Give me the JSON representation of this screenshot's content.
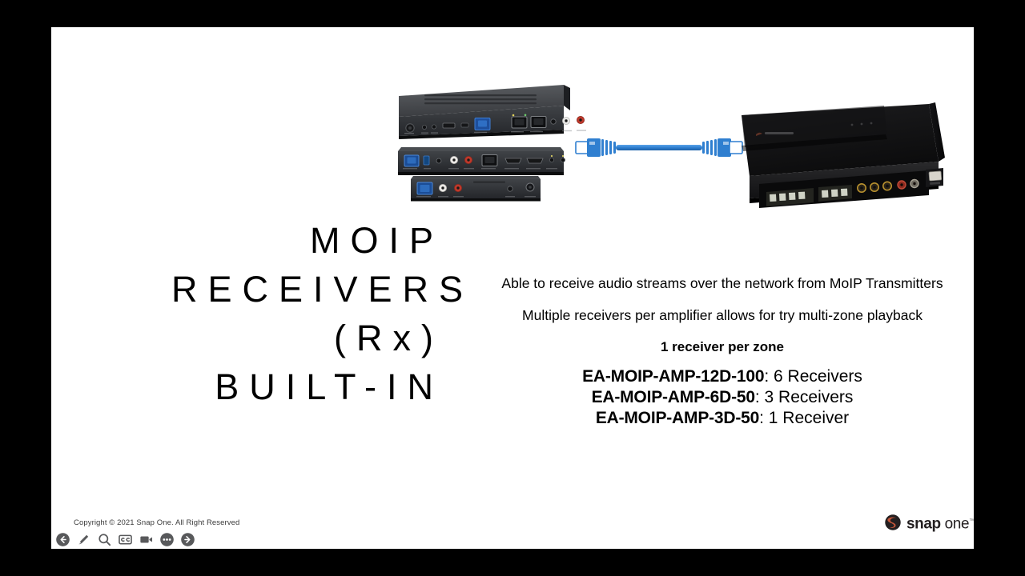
{
  "slide": {
    "background_color": "#ffffff",
    "letterbox_color": "#000000",
    "title_lines": [
      "MOIP",
      "RECEIVERS",
      "(Rx)",
      "BUILT-IN"
    ],
    "body_lines": [
      {
        "text": "Able to receive audio streams over the network from MoIP Transmitters",
        "bold": false
      },
      {
        "text": "Multiple receivers per amplifier allows for try multi-zone playback",
        "bold": false
      },
      {
        "text": "1 receiver per zone",
        "bold": true
      }
    ],
    "models": [
      {
        "sku": "EA-MOIP-AMP-12D-100",
        "count": ": 6 Receivers"
      },
      {
        "sku": "EA-MOIP-AMP-6D-50",
        "count": ": 3 Receivers"
      },
      {
        "sku": "EA-MOIP-AMP-3D-50",
        "count": ": 1 Receiver"
      }
    ],
    "copyright": "Copyright © 2021 Snap One. All Right Reserved",
    "brand": {
      "mark": "snap-one-logo-mark",
      "word_primary": "snap",
      "word_secondary": " one",
      "trademark": "™",
      "accent_color": "#c4563a",
      "dark_color": "#231f20"
    },
    "artwork": {
      "device_top": "moip-receiver-rack-unit",
      "device_middle": "moip-receiver-slim-unit",
      "device_bottom": "moip-receiver-compact-unit",
      "cable": "blue-ethernet-patch-cable",
      "amplifier": "moip-amplifier-chassis",
      "cable_color": "#2f7fd0"
    }
  },
  "player": {
    "toolbar_color": "#58595b",
    "buttons": [
      {
        "name": "previous-slide-button",
        "icon": "circled-back-arrow-icon"
      },
      {
        "name": "annotate-button",
        "icon": "pencil-icon"
      },
      {
        "name": "zoom-button",
        "icon": "magnifier-icon"
      },
      {
        "name": "captions-button",
        "icon": "closed-captions-icon"
      },
      {
        "name": "video-button",
        "icon": "video-camera-icon"
      },
      {
        "name": "more-options-button",
        "icon": "ellipsis-icon"
      },
      {
        "name": "next-slide-button",
        "icon": "circled-forward-arrow-icon"
      }
    ]
  }
}
